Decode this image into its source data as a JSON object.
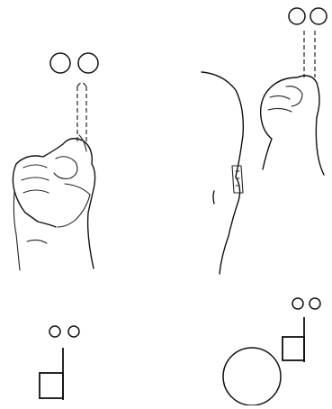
{
  "figure": {
    "panels": [
      {
        "id": "fist-front",
        "depiction": "fist-with-extended-finger-movement-front"
      },
      {
        "id": "fist-side-head",
        "depiction": "fist-beside-head-with-finger-movement"
      },
      {
        "id": "notation-left",
        "depiction": "notation-square-with-stem-and-two-circles"
      },
      {
        "id": "notation-right",
        "depiction": "notation-large-circle-square-with-stem-and-two-circles"
      }
    ]
  }
}
